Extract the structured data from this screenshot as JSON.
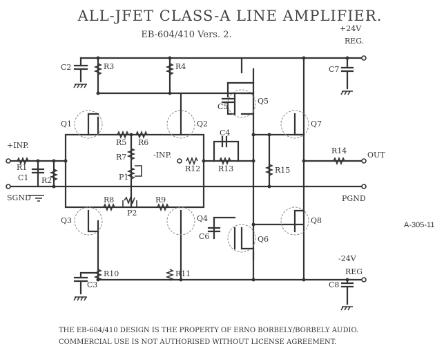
{
  "title": "ALL-JFET CLASS-A LINE AMPLIFIER.",
  "subtitle": "EB-604/410 Vers. 2.",
  "rails": {
    "pos_voltage": "+24V",
    "pos_reg": "REG.",
    "neg_voltage": "-24V",
    "neg_reg": "REG"
  },
  "terminals": {
    "pos_input": "+INP.",
    "neg_input": "-INP.",
    "signal_ground": "SGND",
    "power_ground": "PGND",
    "output": "OUT"
  },
  "transistors": [
    "Q1",
    "Q2",
    "Q3",
    "Q4",
    "Q5",
    "Q6",
    "Q7",
    "Q8"
  ],
  "resistors": [
    "R1",
    "R2",
    "R3",
    "R4",
    "R5",
    "R6",
    "R7",
    "R8",
    "R9",
    "R10",
    "R11",
    "R12",
    "R13",
    "R14",
    "R15"
  ],
  "capacitors": [
    "C1",
    "C2",
    "C3",
    "C4",
    "C5",
    "C6",
    "C7",
    "C8"
  ],
  "potentiometers": [
    "P1",
    "P2"
  ],
  "footer": {
    "line1": "THE EB-604/410 DESIGN IS THE PROPERTY OF ERNO BORBELY/BORBELY AUDIO.",
    "line2": "COMMERCIAL USE IS NOT AUTHORISED WITHOUT LICENSE AGREEMENT."
  },
  "figure_ref": "A-305-11"
}
